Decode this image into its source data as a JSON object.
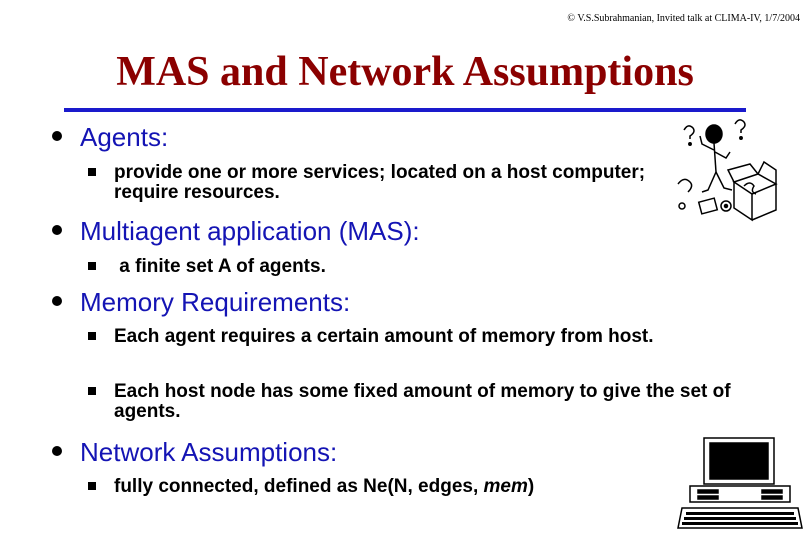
{
  "copyright": "© V.S.Subrahmanian, Invited talk at CLIMA-IV, 1/7/2004",
  "title": "MAS and Network Assumptions",
  "bullets": [
    {
      "label": "Agents:",
      "sub": [
        "provide one or more services; located on a host computer; require resources."
      ]
    },
    {
      "label": "Multiagent application (MAS):",
      "sub": [
        " a finite set A of agents."
      ]
    },
    {
      "label": "Memory Requirements:",
      "sub": [
        "Each agent requires a certain amount of memory from host.",
        "Each host node has some fixed amount of memory to give the set of agents."
      ]
    },
    {
      "label": "Network Assumptions:",
      "sub_parts": [
        "fully connected, defined as Ne(N, edges, ",
        "mem",
        ")"
      ]
    }
  ],
  "icons": {
    "clipart_top": "confused-person-with-box-icon",
    "clipart_bottom": "computer-icon"
  },
  "colors": {
    "title": "#8b0000",
    "level1": "#1414b4",
    "rule": "#1a1acc"
  }
}
